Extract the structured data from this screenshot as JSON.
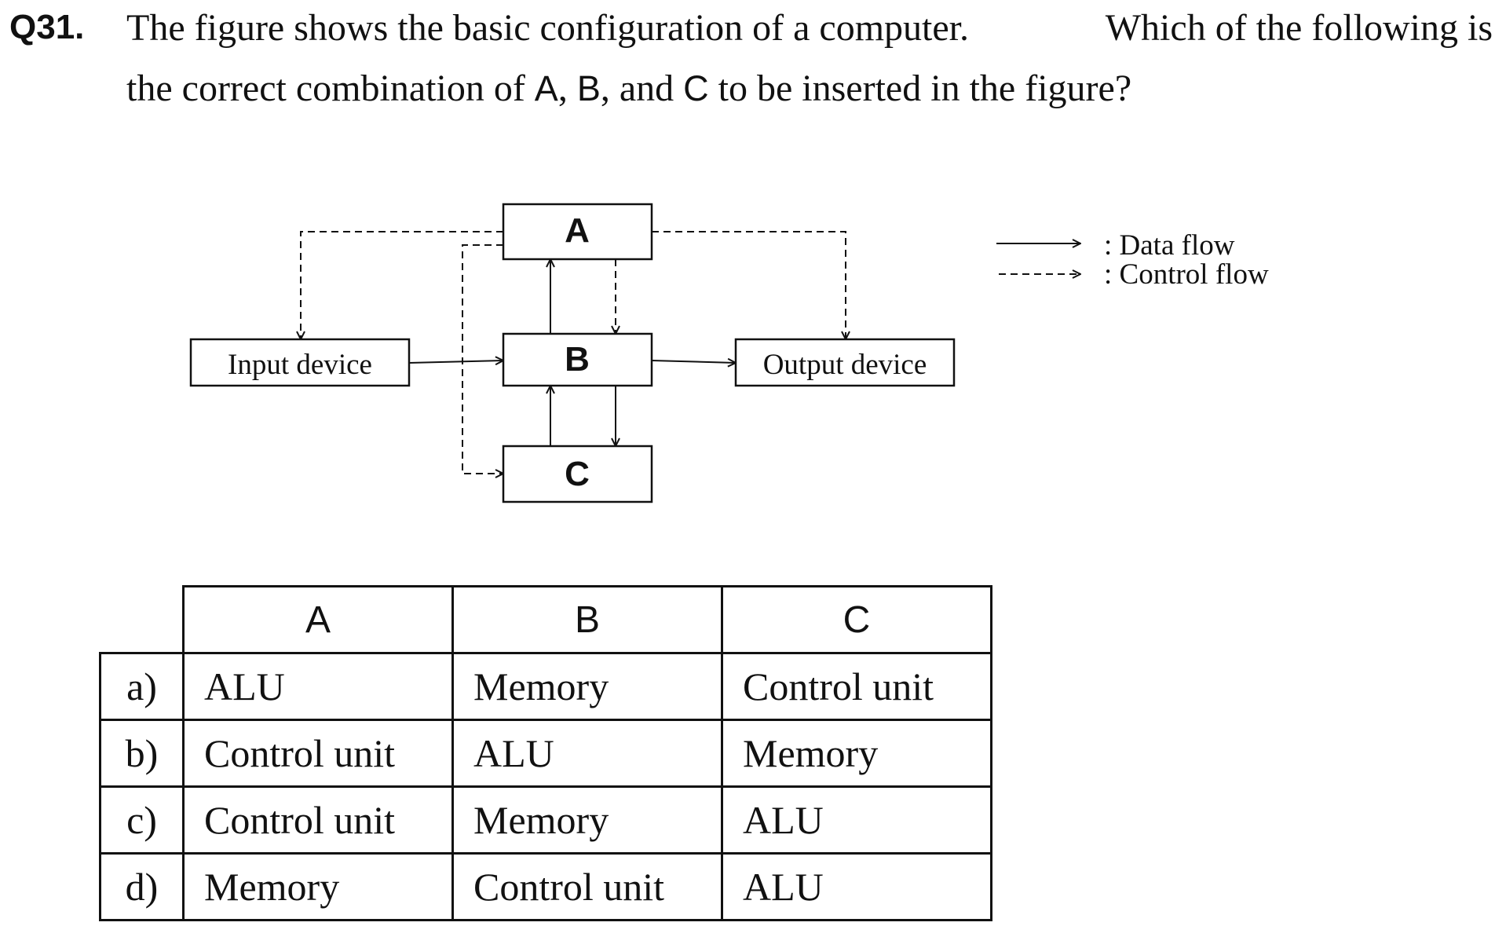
{
  "question": {
    "number": "Q31.",
    "line1_left": "The figure shows the basic configuration of a computer.",
    "line1_right": "Which of the following is",
    "line2_pre": "the correct combination of ",
    "letter_a": "A",
    "sep1": ", ",
    "letter_b": "B",
    "sep2": ", and ",
    "letter_c": "C",
    "line2_post": " to be inserted in the figure?"
  },
  "diagram": {
    "box_a": "A",
    "box_b": "B",
    "box_c": "C",
    "input_device": "Input device",
    "output_device": "Output device",
    "legend": {
      "data_flow": ": Data flow",
      "control_flow": ": Control flow"
    }
  },
  "table": {
    "headers": [
      "A",
      "B",
      "C"
    ],
    "rows": [
      {
        "option": "a)",
        "a": "ALU",
        "b": "Memory",
        "c": "Control unit"
      },
      {
        "option": "b)",
        "a": "Control unit",
        "b": "ALU",
        "c": "Memory"
      },
      {
        "option": "c)",
        "a": "Control unit",
        "b": "Memory",
        "c": "ALU"
      },
      {
        "option": "d)",
        "a": "Memory",
        "b": "Control unit",
        "c": "ALU"
      }
    ]
  }
}
